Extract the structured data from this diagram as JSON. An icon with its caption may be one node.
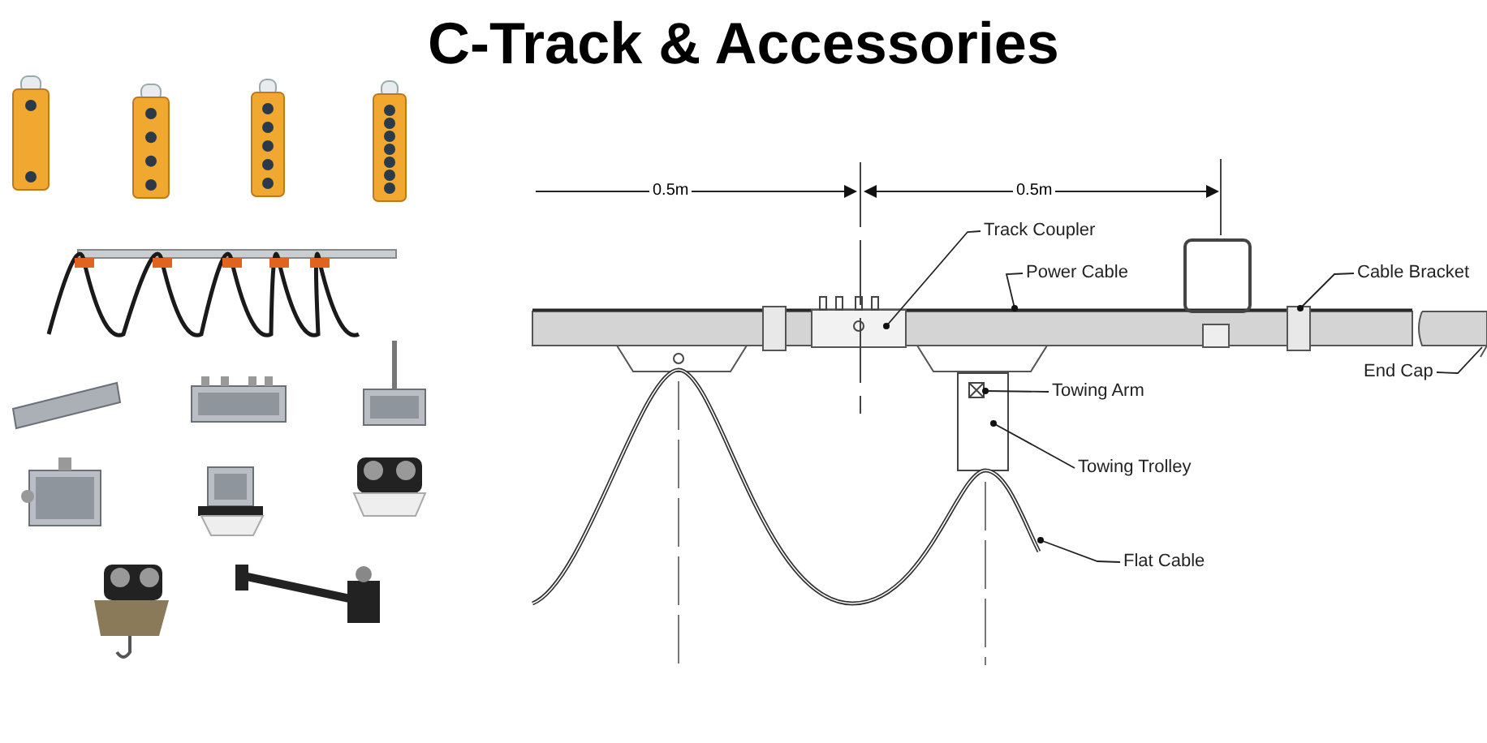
{
  "diagram": {
    "title": "C-Track & Accessories",
    "nodes": [
      {
        "text": [
          "Track Coupler"
        ]
      },
      {
        "text": [
          "Power Cable"
        ]
      },
      {
        "text": [
          "Cable Bracket"
        ]
      },
      {
        "text": [
          "End Cap"
        ]
      },
      {
        "text": [
          "Towing Arm"
        ]
      },
      {
        "text": [
          "Towing Trolley"
        ]
      },
      {
        "text": [
          "Flat Cable"
        ]
      }
    ],
    "edges": [
      {
        "from": 0,
        "to": null,
        "arrow": "other"
      },
      {
        "from": 1,
        "to": null,
        "arrow": "other"
      },
      {
        "from": 2,
        "to": null,
        "arrow": "other"
      },
      {
        "from": 3,
        "to": null,
        "arrow": "none"
      },
      {
        "from": 4,
        "to": null,
        "arrow": "other"
      },
      {
        "from": 5,
        "to": null,
        "arrow": "other"
      },
      {
        "from": 6,
        "to": null,
        "arrow": "other"
      }
    ],
    "labels": [
      "0.5m",
      "0.5m"
    ]
  }
}
